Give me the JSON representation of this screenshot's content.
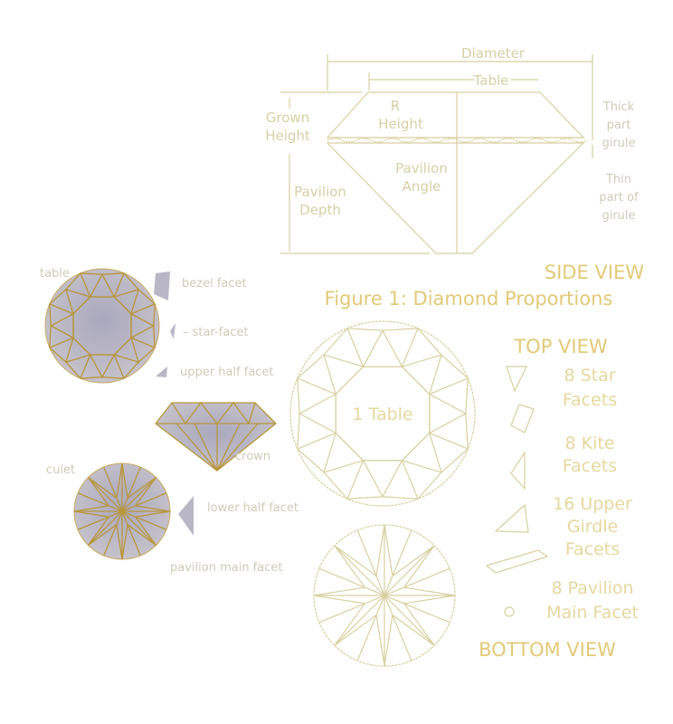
{
  "side_view": {
    "diameter": "Diameter",
    "table": "Table",
    "r_height": [
      "R",
      "Height"
    ],
    "crown_height": [
      "Grown",
      "Height"
    ],
    "pavilion_depth": [
      "Pavilion",
      "Depth"
    ],
    "pavilion_angle": [
      "Pavilion",
      "Angle"
    ],
    "thick_girdle": [
      "Thick",
      "part",
      "girule"
    ],
    "thin_girdle": [
      "Thin",
      "part of",
      "girule"
    ],
    "heading": "SIDE VIEW"
  },
  "figure_title": "Figure 1: Diamond Proportions",
  "top_view": {
    "heading": "TOP VIEW",
    "center_label": "1 Table",
    "legend": [
      {
        "lines": [
          "8 Star",
          "Facets"
        ]
      },
      {
        "lines": [
          "8 Kite",
          "Facets"
        ]
      },
      {
        "lines": [
          "16 Upper",
          "Girdle",
          "Facets"
        ]
      },
      {
        "lines": [
          "8 Pavilion",
          "Main Facet"
        ]
      }
    ]
  },
  "bottom_view": {
    "heading": "BOTTOM VIEW"
  },
  "illustration_labels": {
    "table": "table",
    "bezel": "bezel facet",
    "star": "– star-facet",
    "upper_half": "upper half facet",
    "crown": "crown",
    "culet": "culet",
    "lower_half": "lower half facet",
    "pavilion_main": "pavilion main facet"
  },
  "colors": {
    "gold": "#e2c979",
    "line": "#d8cfa0",
    "facet_fill": "#b9b7c6",
    "facet_edge": "#b8963c"
  }
}
